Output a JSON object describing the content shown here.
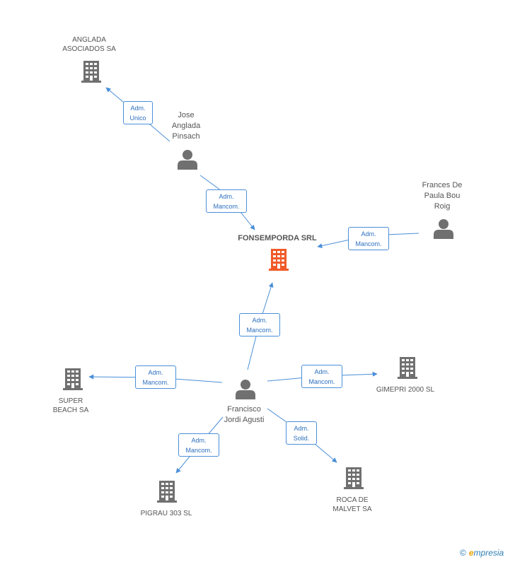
{
  "nodes": {
    "anglada": {
      "label_1": "ANGLADA",
      "label_2": "ASOCIADOS SA",
      "icon": "building-icon"
    },
    "jose": {
      "label_1": "Jose",
      "label_2": "Anglada",
      "label_3": "Pinsach",
      "icon": "person-icon"
    },
    "fonsemporda": {
      "label": "FONSEMPORDA SRL",
      "icon": "building-icon",
      "color": "#f05a28"
    },
    "frances": {
      "label_1": "Frances De",
      "label_2": "Paula Bou",
      "label_3": "Roig",
      "icon": "person-icon"
    },
    "super_beach": {
      "label_1": "SUPER",
      "label_2": "BEACH SA",
      "icon": "building-icon"
    },
    "francisco": {
      "label_1": "Francisco",
      "label_2": "Jordi Agusti",
      "icon": "person-icon"
    },
    "gimepri": {
      "label": "GIMEPRI 2000 SL",
      "icon": "building-icon"
    },
    "pigrau": {
      "label": "PIGRAU 303  SL",
      "icon": "building-icon"
    },
    "roca": {
      "label_1": "ROCA DE",
      "label_2": "MALVET SA",
      "icon": "building-icon"
    }
  },
  "edges": {
    "jose_anglada": {
      "line_1": "Adm.",
      "line_2": "Unico"
    },
    "jose_fonsemporda": {
      "line_1": "Adm.",
      "line_2": "Mancom."
    },
    "frances_fonsemporda": {
      "line_1": "Adm.",
      "line_2": "Mancom."
    },
    "francisco_fonsemporda": {
      "line_1": "Adm.",
      "line_2": "Mancom."
    },
    "francisco_super_beach": {
      "line_1": "Adm.",
      "line_2": "Mancom."
    },
    "francisco_gimepri": {
      "line_1": "Adm.",
      "line_2": "Mancom."
    },
    "francisco_pigrau": {
      "line_1": "Adm.",
      "line_2": "Mancom."
    },
    "francisco_roca": {
      "line_1": "Adm.",
      "line_2": "Solid."
    }
  },
  "colors": {
    "edge": "#4a8fd8",
    "node_gray": "#707070",
    "focus": "#f05a28"
  },
  "brand": {
    "copyright": "©",
    "initial": "e",
    "rest": "mpresia"
  }
}
